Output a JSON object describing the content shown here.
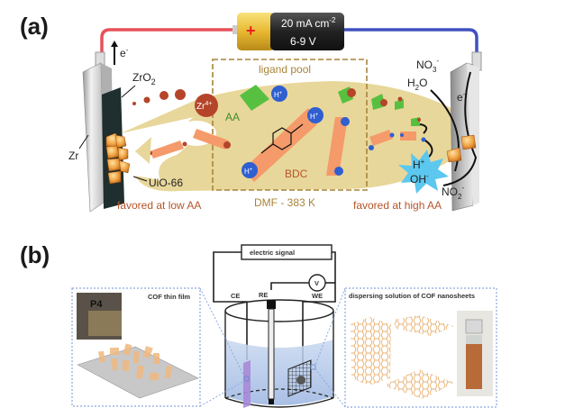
{
  "panel_a": {
    "label": "(a)",
    "battery": {
      "current_density": "20 mA cm",
      "current_exp": "-2",
      "voltage": "6-9 V",
      "plus": "+"
    },
    "electron_left": "e",
    "electron_left_sup": "-",
    "electron_right": "e",
    "electron_right_sup": "-",
    "zro2": "ZrO",
    "zro2_sub": "2",
    "zr": "Zr",
    "uio": "UiO-66",
    "favored_low": "favored at low AA",
    "favored_high": "favored at high AA",
    "ligand_pool": "ligand pool",
    "dmf": "DMF - 383 K",
    "zr4": "Zr",
    "zr4_sup": "4+",
    "aa": "AA",
    "bdc": "BDC",
    "h_plus": "H",
    "h_plus_sup": "+",
    "no3": "NO",
    "no3_sub": "3",
    "no3_sup": "-",
    "h2o": "H",
    "h2o_sub": "2",
    "h2o_o": "O",
    "star_h": "H",
    "star_h_sup": "+",
    "star_oh": "OH",
    "star_oh_sup": "-",
    "no2": "NO",
    "no2_sub": "2",
    "no2_sup": "-"
  },
  "panel_b": {
    "label": "(b)",
    "electric_signal": "electric signal",
    "ce": "CE",
    "re": "RE",
    "we": "WE",
    "v": "V",
    "cof_film": "COF thin film",
    "dispersing": "dispersing solution of COF nanosheets",
    "photo_text": "P4"
  },
  "colors": {
    "pool": "#e8d79a",
    "zr": "#b5452a",
    "green": "#58c040",
    "blue": "#2f5fd0",
    "orange": "#f59a6a",
    "wire_red": "#e8505a",
    "wire_blue": "#4050c0",
    "tan_text": "#a8843a",
    "star": "#5cc8ef"
  }
}
